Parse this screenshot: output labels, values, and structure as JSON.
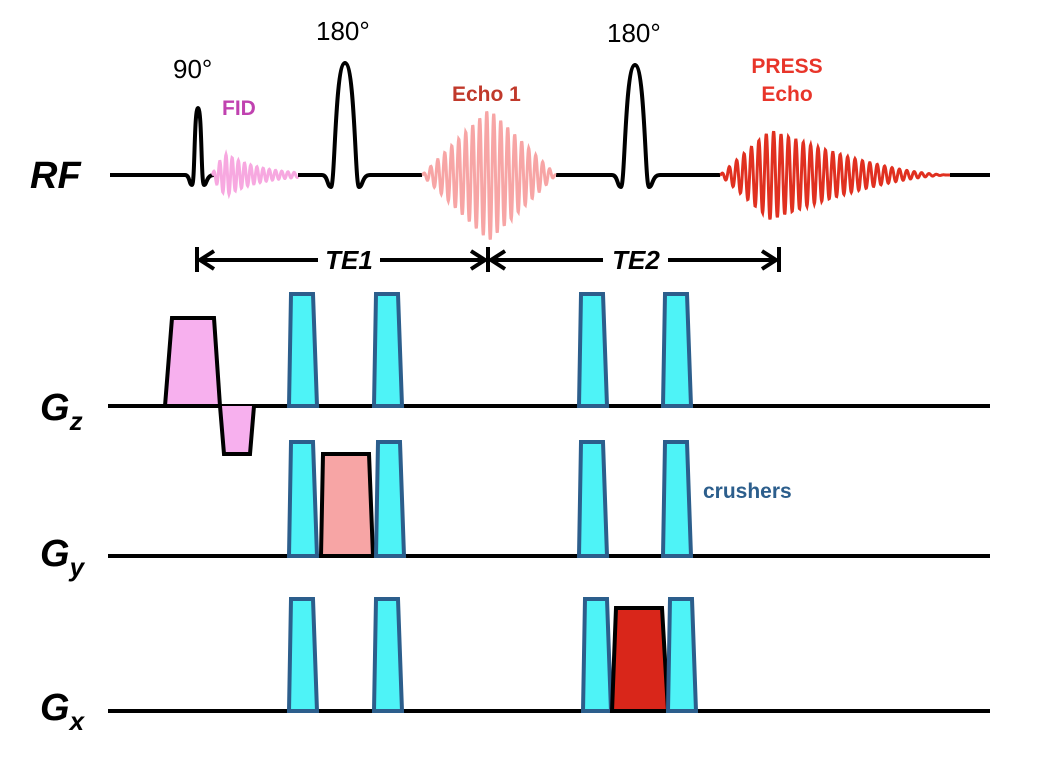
{
  "rf": {
    "axis_label": "RF",
    "pulse_90": "90°",
    "pulse_180_a": "180°",
    "pulse_180_b": "180°",
    "fid": "FID",
    "echo1": "Echo 1",
    "press_line1": "PRESS",
    "press_line2": "Echo"
  },
  "timing": {
    "te1": "TE1",
    "te2": "TE2"
  },
  "gradients": {
    "gz_main": "G",
    "gz_sub": "z",
    "gy_main": "G",
    "gy_sub": "y",
    "gx_main": "G",
    "gx_sub": "x",
    "crushers": "crushers"
  },
  "colors": {
    "fid": "#f7a8e0",
    "echo1": "#f7a5a5",
    "press_echo": "#e03020",
    "crusher_fill": "#4ef3f7",
    "crusher_stroke": "#2c5e8c",
    "gz_slice": "#f7b0ee",
    "gy_slice": "#f7a5a5",
    "gx_slice": "#d9261a",
    "fid_text": "#c042b0",
    "echo1_text": "#c0392b",
    "press_text": "#e8352a",
    "crushers_text": "#2c5e8c"
  }
}
